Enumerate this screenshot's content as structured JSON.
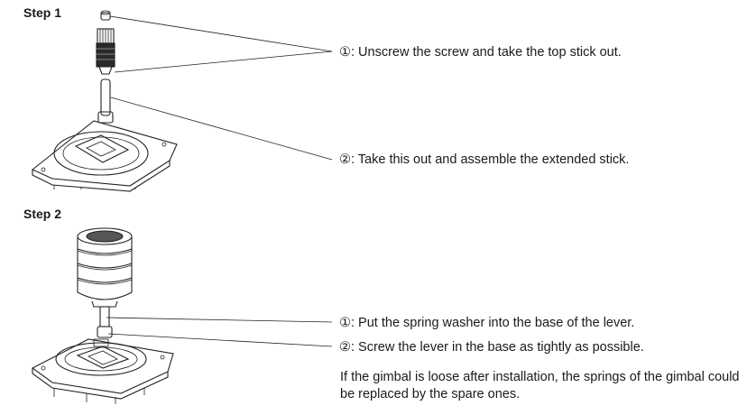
{
  "step1": {
    "title": "Step 1",
    "callouts": [
      "①: Unscrew the screw and take the top stick out.",
      "②: Take this out and assemble the extended stick."
    ]
  },
  "step2": {
    "title": "Step 2",
    "callouts": [
      "①: Put the spring washer into the base of the lever.",
      "②: Screw the lever in the base as tightly as possible."
    ],
    "note": "If the gimbal is loose after installation, the springs of the gimbal could be replaced by the spare ones."
  }
}
